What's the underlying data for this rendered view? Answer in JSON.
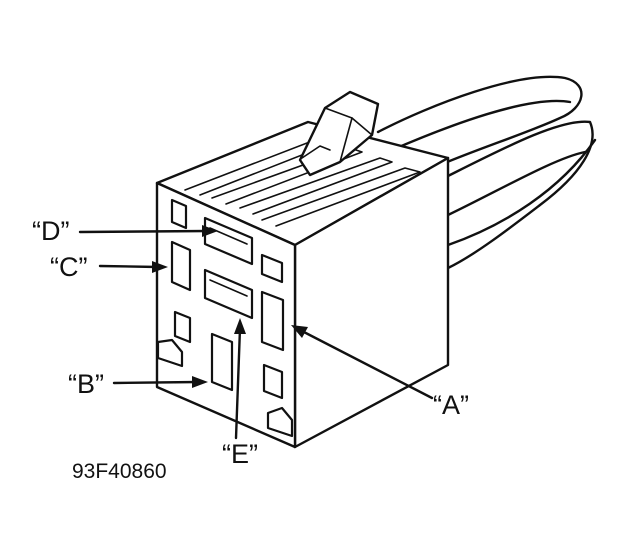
{
  "diagram": {
    "labels": {
      "a": "“A”",
      "b": "“B”",
      "c": "“C”",
      "d": "“D”",
      "e": "“E”"
    },
    "figure_code": "93F40860"
  }
}
